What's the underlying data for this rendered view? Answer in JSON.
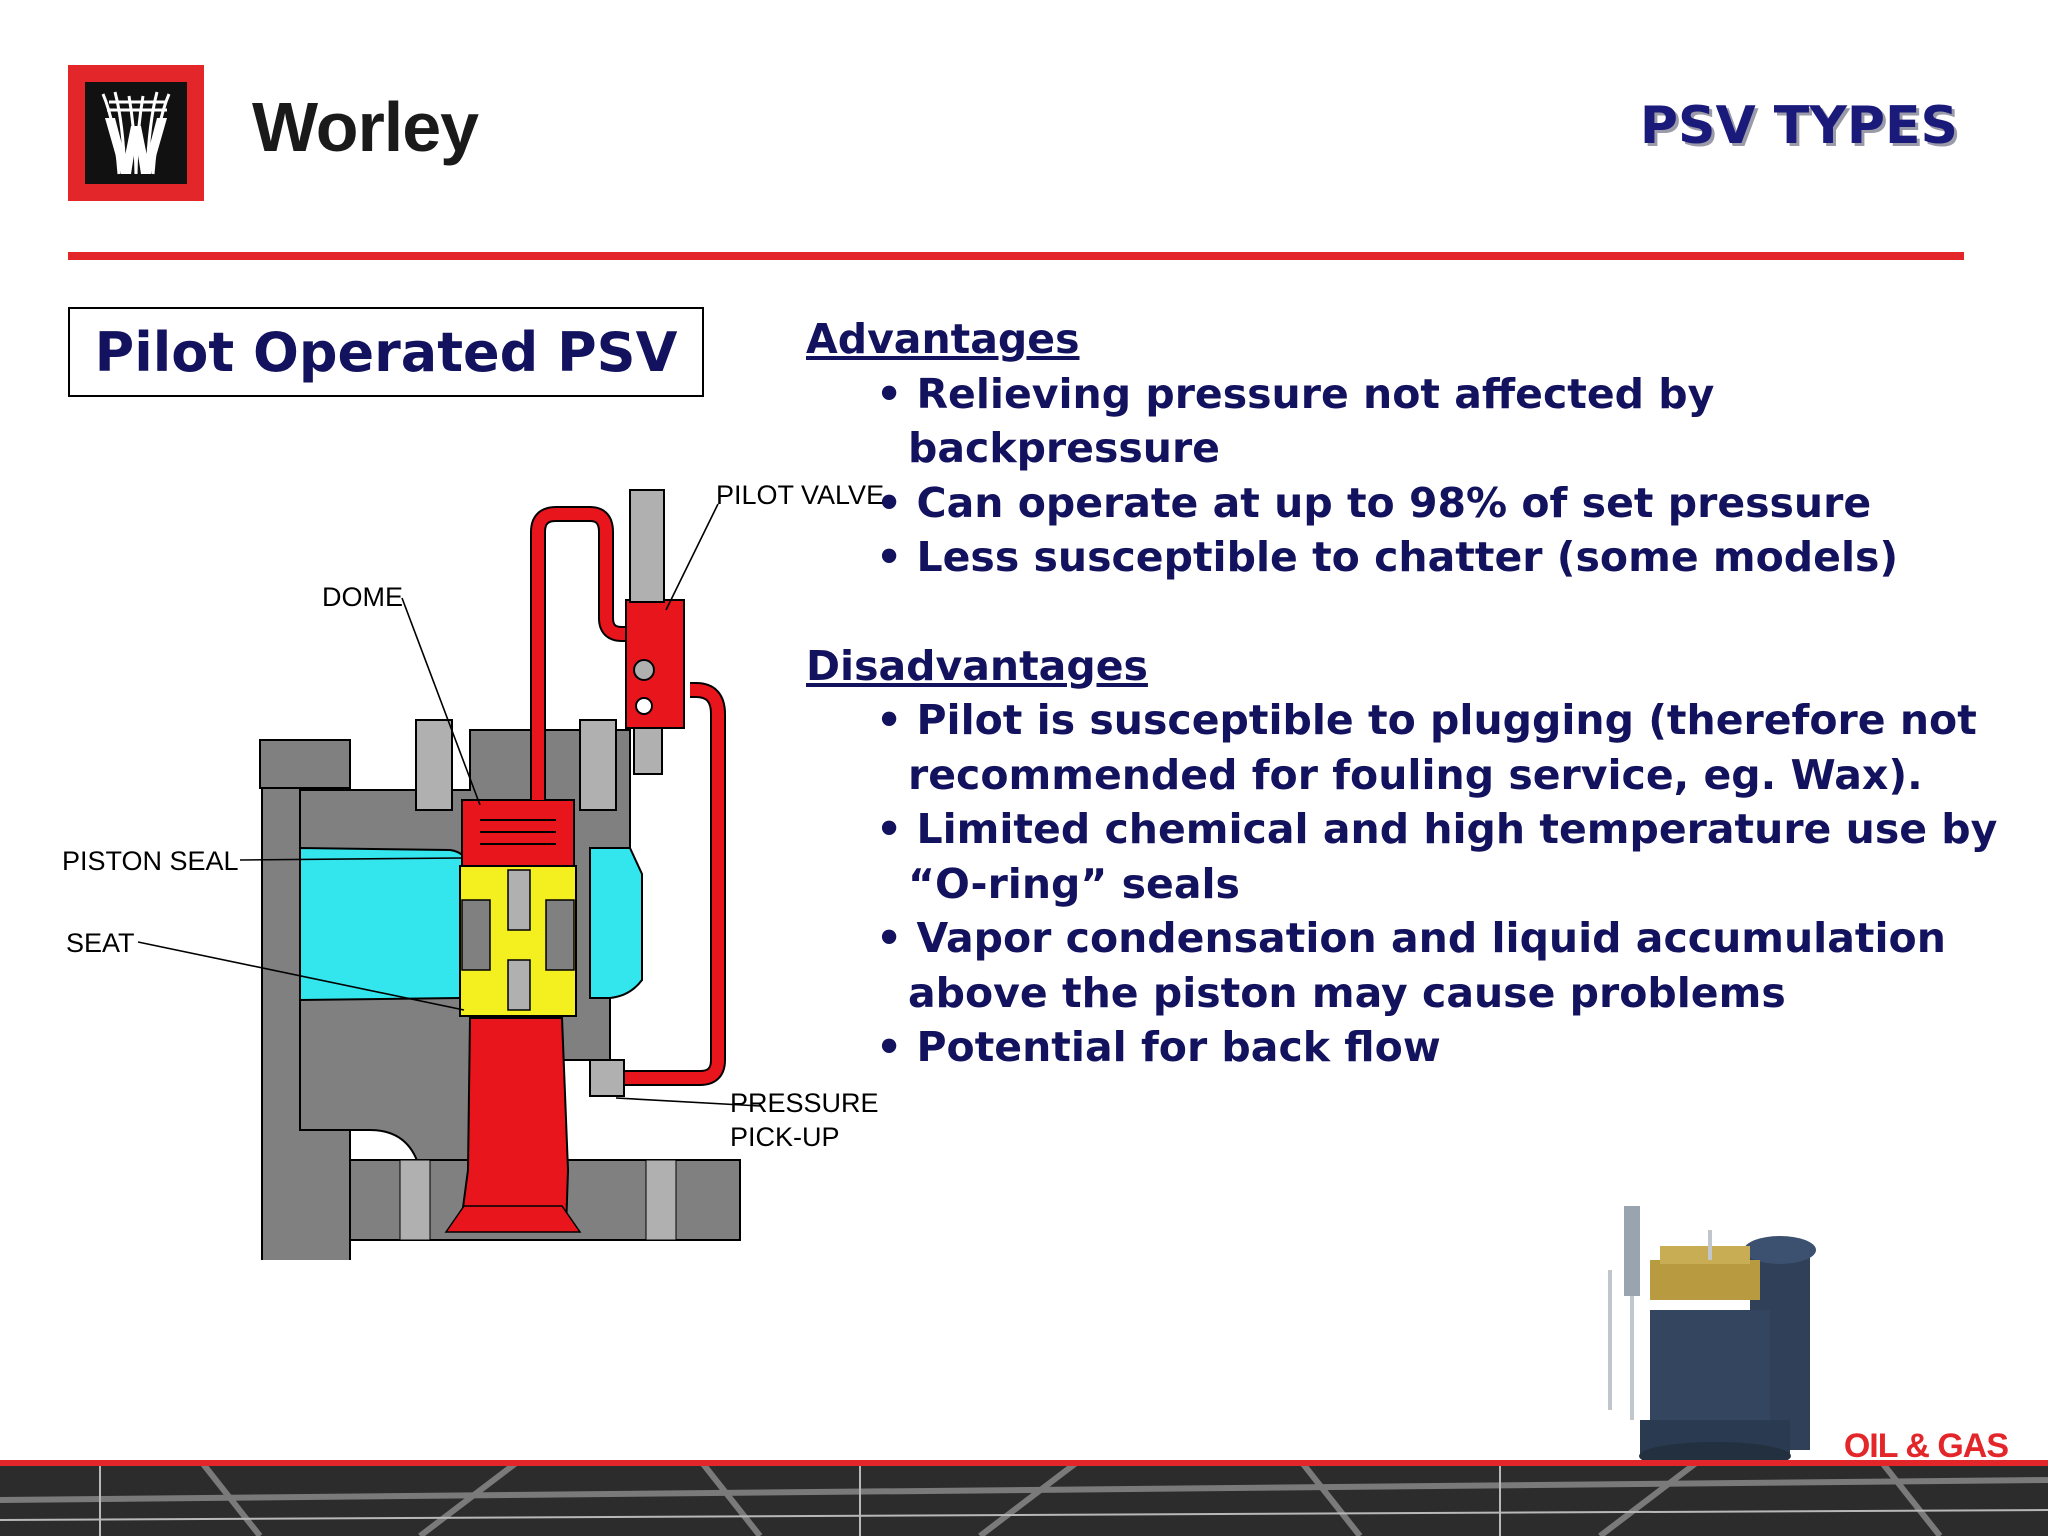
{
  "header": {
    "brand_name": "Worley",
    "slide_title": "PSV TYPES"
  },
  "section_label": "Pilot Operated PSV",
  "diagram": {
    "callouts": {
      "pilot_valve": "PILOT VALVE",
      "dome": "DOME",
      "piston_seal": "PISTON SEAL",
      "seat": "SEAT",
      "pressure_pickup_line1": "PRESSURE",
      "pressure_pickup_line2": "PICK-UP"
    }
  },
  "advantages": {
    "heading": "Advantages",
    "items": [
      "• Relieving pressure not affected by backpressure",
      "• Can operate at up to 98% of set pressure",
      "• Less susceptible to chatter (some models)"
    ]
  },
  "disadvantages": {
    "heading": "Disadvantages",
    "items": [
      "• Pilot is susceptible to plugging (therefore not recommended for fouling service, eg. Wax).",
      "• Limited chemical and high temperature use by “O-ring” seals",
      "• Vapor condensation and liquid accumulation above the piston may cause problems",
      "• Potential for back flow"
    ]
  },
  "footer": {
    "division": "OIL & GAS"
  },
  "colors": {
    "brand_red": "#e3262a",
    "text_navy": "#12125e",
    "process_red": "#e8161c",
    "fluid_cyan": "#33e6ee",
    "piston_yellow": "#f4f020",
    "body_gray": "#808080"
  }
}
